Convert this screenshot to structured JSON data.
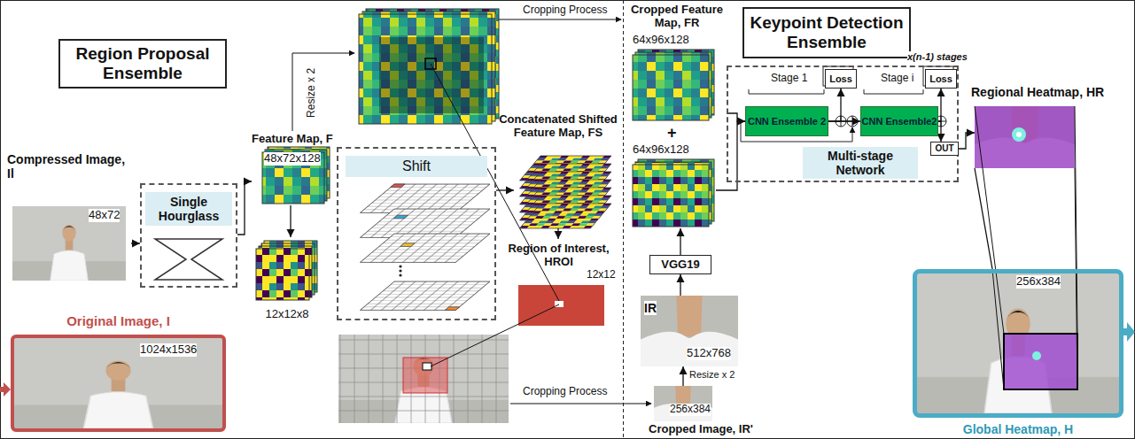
{
  "diagram": {
    "nodes": [
      {
        "text": [
          "Region Proposal Ensemble"
        ]
      },
      {
        "text": [
          "Keypoint Detection Ensemble"
        ]
      },
      {
        "text": [
          "Compressed Image, Il",
          "48x72"
        ]
      },
      {
        "text": [
          "Single Hourglass"
        ]
      },
      {
        "text": [
          "Feature Map, F",
          "48x72x128"
        ]
      },
      {
        "text": [
          "12x12x8"
        ]
      },
      {
        "text": [
          "Shift"
        ]
      },
      {
        "text": [
          "Concatenated Shifted Feature Map, FS"
        ]
      },
      {
        "text": [
          "Region of Interest, HROI",
          "12x12"
        ]
      },
      {
        "text": [
          "Original Image, I",
          "1024x1536"
        ]
      },
      {
        "text": [
          "Cropped Feature Map, FR",
          "64x96x128"
        ]
      },
      {
        "text": [
          "64x96x128"
        ]
      },
      {
        "text": [
          "VGG19"
        ]
      },
      {
        "text": [
          "IR",
          "512x768"
        ]
      },
      {
        "text": [
          "256x384",
          "Cropped Image, IR'"
        ]
      },
      {
        "text": [
          "Multi-stage Network"
        ]
      },
      {
        "text": [
          "CNN Ensemble 2"
        ],
        "in": 15
      },
      {
        "text": [
          "Loss"
        ],
        "in": 15
      },
      {
        "text": [
          "CNN Ensemble2"
        ],
        "in": 15
      },
      {
        "text": [
          "Loss"
        ],
        "in": 15
      },
      {
        "text": [
          "OUT"
        ],
        "in": 15
      },
      {
        "text": [
          "Regional Heatmap, HR"
        ]
      },
      {
        "text": [
          "256x384",
          "Global Heatmap, H"
        ]
      }
    ],
    "edges": [
      {
        "from": 2,
        "to": 3,
        "arrow": "to"
      },
      {
        "from": 3,
        "to": 4,
        "arrow": "to"
      },
      {
        "from": 4,
        "to": 5,
        "arrow": "to"
      },
      {
        "from": 6,
        "to": 7,
        "arrow": "to"
      },
      {
        "from": 7,
        "to": 8,
        "arrow": "to"
      },
      {
        "from": 14,
        "to": 13,
        "label": "Resize x 2",
        "arrow": "to"
      },
      {
        "from": 13,
        "to": 12,
        "arrow": "to"
      },
      {
        "from": 12,
        "to": 11,
        "arrow": "to"
      },
      {
        "from": 10,
        "to": 16,
        "arrow": "to"
      },
      {
        "from": 11,
        "to": 16,
        "arrow": "to"
      },
      {
        "from": 16,
        "to": 17,
        "arrow": "to"
      },
      {
        "from": 16,
        "to": 18,
        "arrow": "to"
      },
      {
        "from": 18,
        "to": 19,
        "arrow": "to"
      },
      {
        "from": 18,
        "to": 20,
        "arrow": "to"
      },
      {
        "from": 20,
        "to": 21,
        "arrow": "to"
      },
      {
        "from": 21,
        "to": 22,
        "arrow": "none"
      }
    ],
    "labels": [
      "Resize x 2",
      "Cropping Process",
      "Cropping Process",
      "+",
      "Stage 1",
      "Stage i",
      "x(n-1) stages"
    ]
  }
}
